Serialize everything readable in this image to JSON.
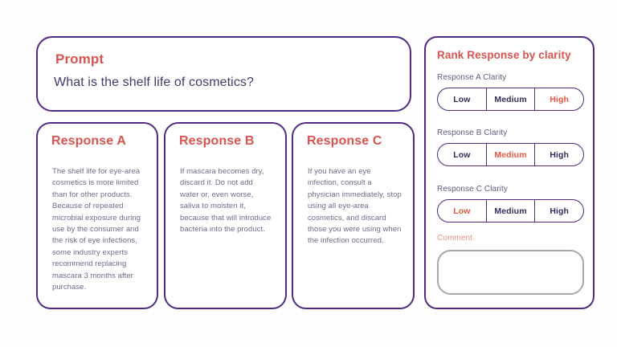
{
  "theme": {
    "accent_red": "#d9534f",
    "selected_red": "#e8563f",
    "border_purple": "#512a82",
    "text_indigo": "#3f3c6b",
    "body_gray": "#6e6b89",
    "label_gray": "#5f5c7d",
    "comment_label": "#e79087",
    "comment_border": "#a8a8a8",
    "background": "#fefeff"
  },
  "prompt": {
    "title": "Prompt",
    "question": "What is the shelf life of cosmetics?"
  },
  "responses": [
    {
      "title": "Response A",
      "body": "The shelf life for eye-area cosmetics is more limited than for other products. Because of repeated microbial exposure during use by the consumer and the risk of eye infections, some industry experts recommend replacing mascara 3 months after purchase."
    },
    {
      "title": "Response B",
      "body": "If mascara becomes dry, discard it. Do not add water or, even worse, saliva to moisten it, because that will introduce bacteria into the product."
    },
    {
      "title": "Response C",
      "body": "If you have an eye infection, consult a physician immediately, stop using all eye-area cosmetics, and discard those you were using when the infection occurred."
    }
  ],
  "rank_panel": {
    "title": "Rank Response by clarity",
    "options": [
      "Low",
      "Medium",
      "High"
    ],
    "fields": [
      {
        "label": "Response A Clarity",
        "selected": "High"
      },
      {
        "label": "Response B Clarity",
        "selected": "Medium"
      },
      {
        "label": "Response C Clarity",
        "selected": "Low"
      }
    ],
    "comment": {
      "label": "Comment",
      "value": "",
      "placeholder": ""
    }
  }
}
